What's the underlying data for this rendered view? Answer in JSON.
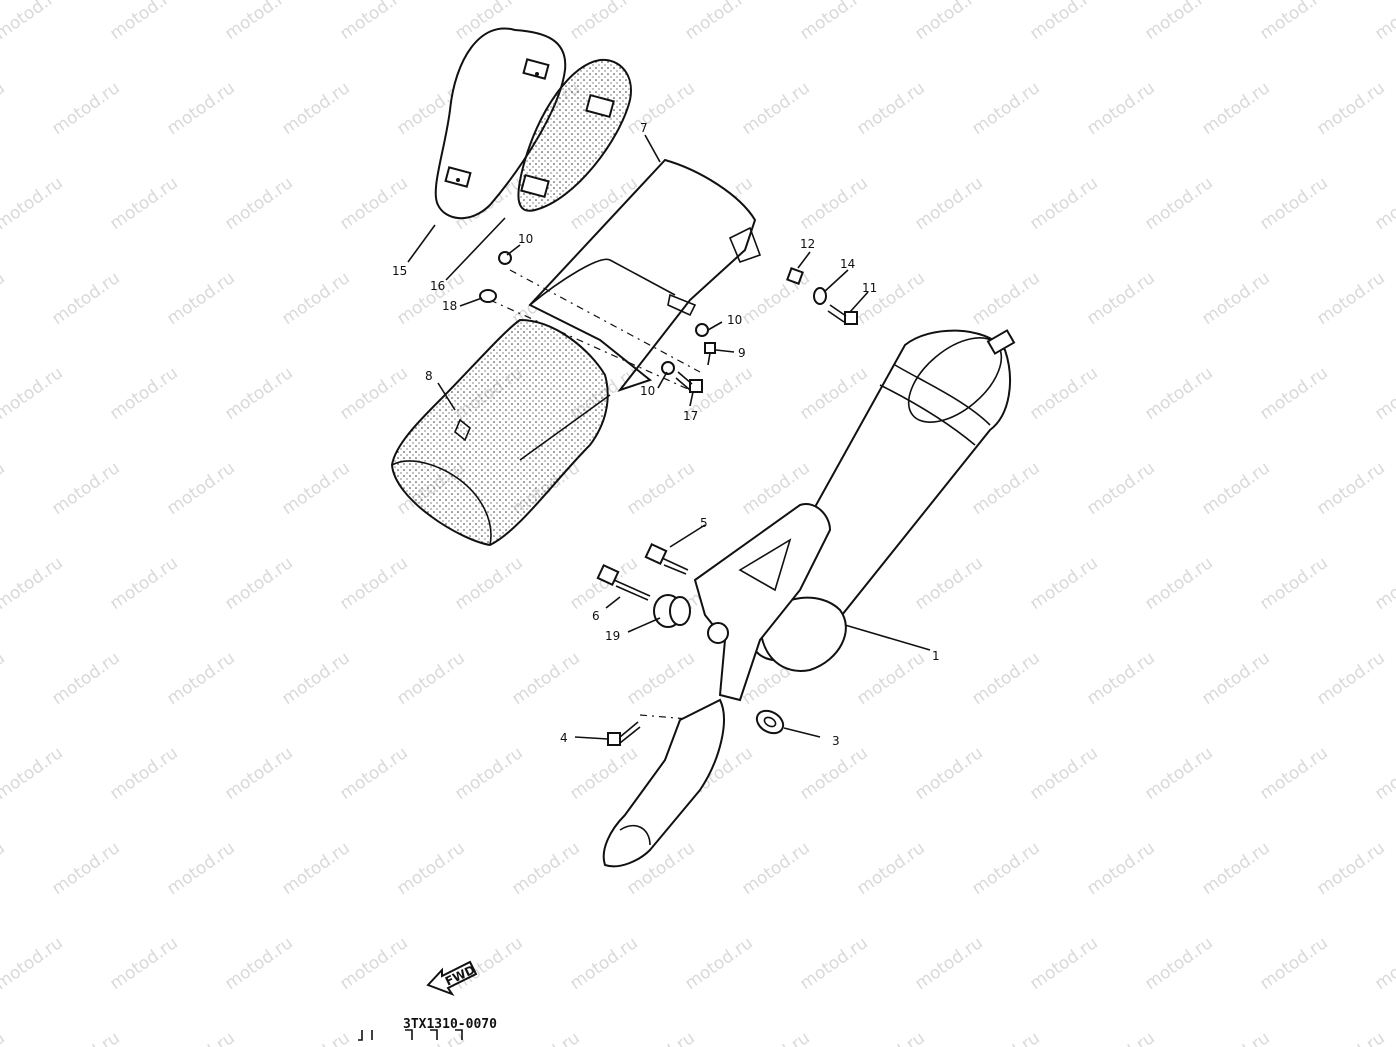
{
  "watermark": "motod.ru",
  "diagram_code": "3TX1310-0070",
  "fwd_label": "FWD",
  "callouts": [
    "1",
    "3",
    "4",
    "5",
    "6",
    "7",
    "8",
    "9",
    "10",
    "10",
    "10",
    "11",
    "12",
    "14",
    "15",
    "16",
    "17",
    "18",
    "19"
  ],
  "colors": {
    "ink": "#111111",
    "watermark": "#d9d9d9",
    "background": "#ffffff"
  }
}
